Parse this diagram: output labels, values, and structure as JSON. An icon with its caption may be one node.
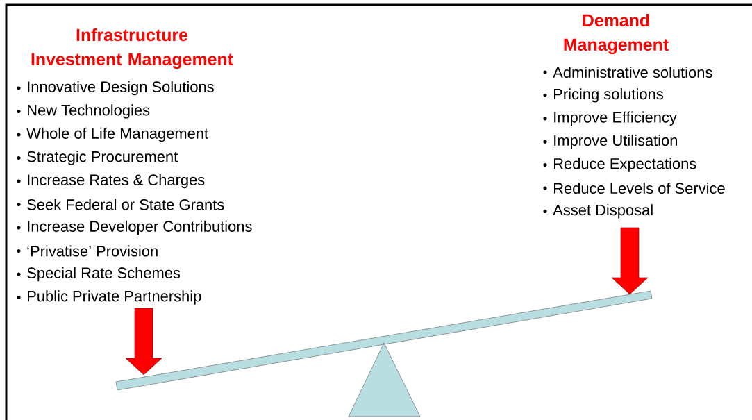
{
  "diagram": {
    "labels": [
      "Infrastructure Investment Management",
      "Innovative Design Solutions",
      "New Technologies",
      "Whole of Life Management",
      "Strategic Procurement",
      "Increase Rates & Charges",
      "Seek Federal or State Grants",
      "Increase Developer Contributions",
      "‘Privatise’ Provision",
      "Special Rate Schemes",
      "Public Private Partnership",
      "Demand Management",
      "Administrative solutions",
      "Pricing solutions",
      "Improve Efficiency",
      "Improve Utilisation",
      "Reduce Expectations",
      "Reduce Levels of Service",
      "Asset Disposal"
    ]
  }
}
